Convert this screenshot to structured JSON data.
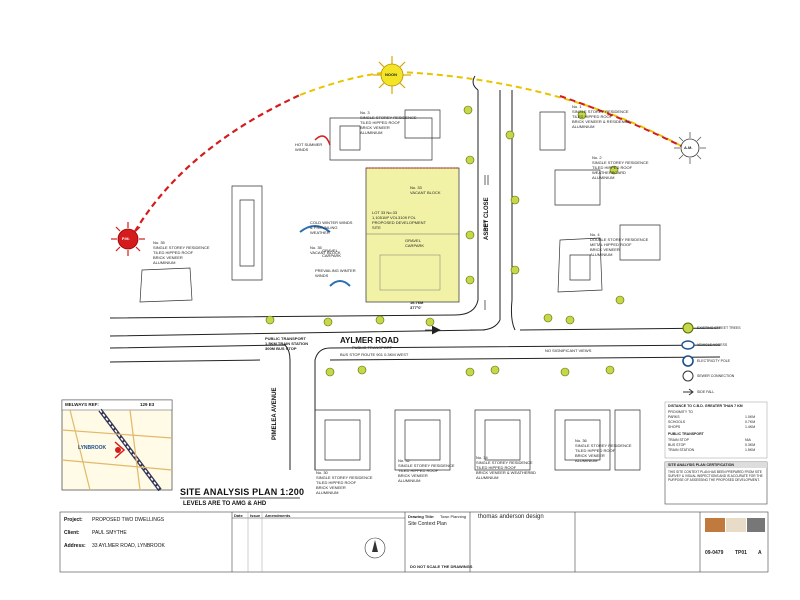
{
  "drawing": {
    "title": "SITE ANALYSIS PLAN 1:200",
    "subtitle": "LEVELS ARE TO AMG & AHD"
  },
  "roads": {
    "aylmer": "AYLMER ROAD",
    "pimelea": "PIMELEA AVENUE",
    "asbet": "ASBET CLOSE"
  },
  "sun": {
    "noon": "NOON",
    "am": "A.M.",
    "pm": "P.M."
  },
  "neighbours": [
    {
      "label": "No. 3\nSINGLE STOREY RESIDENCE\nTILED HIPPED ROOF\nBRICK VENEER\nALUMINIUM"
    },
    {
      "label": "No. 1\nSINGLE STOREY RESIDENCE\nTILED HIPPED ROOF\nBRICK VENEER & RESIDENCE\nALUMINIUM"
    },
    {
      "label": "No. 2\nSINGLE STOREY RESIDENCE\nTILED HIPPED ROOF\nWEATHERBOARD\nALUMINIUM"
    },
    {
      "label": "No. 35\nSINGLE STOREY RESIDENCE\nTILED HIPPED ROOF\nBRICK VENEER\nALUMINIUM"
    },
    {
      "label": "No. 4\nDOUBLE STOREY RESIDENCE\nMETAL HIPPED ROOF\nBRICK VENEER\nALUMINIUM"
    },
    {
      "label": "No. 35\nVACANT BLOCK"
    }
  ],
  "site": {
    "label": "No. 33\nVACANT BLOCK",
    "lot": "LOT 33 No.33\n1,1051M² VOL3109 FOL\nPROPOSED DEVELOPMENT\nSITE",
    "gravel": "GRAVEL\nCARPARK",
    "frontage": "16.76M\n377°0'"
  },
  "annotations": {
    "transport": "PUBLIC TRANSPORT\n1.5KM TRAIN STATION\n300M BUS STOP",
    "transport2": "PUBLIC TRANSPORT",
    "bus": "BUS STOP ROUTE 901 0.3KM WEST",
    "views": "NO SIGNIFICANT VIEWS",
    "hotsummer": "HOT SUMMER\nWINDS",
    "coldwinter": "COLD WINTER WINDS\n& PREVAILING\nWEATHER",
    "prevailing": "PREVAILING WINTER\nWINDS",
    "gravelcarpark": "GRAVEL\nCARPARK"
  },
  "south_houses": [
    {
      "label": "No. 30\nSINGLE STOREY RESIDENCE\nTILED HIPPED ROOF\nBRICK VENEER\nALUMINIUM"
    },
    {
      "label": "No. 32\nSINGLE STOREY RESIDENCE\nTILED HIPPED ROOF\nBRICK VENEER\nALUMINIUM"
    },
    {
      "label": "No. 34\nSINGLE STOREY RESIDENCE\nTILED HIPPED ROOF\nBRICK VENEER & WEATHERBD\nALUMINIUM"
    },
    {
      "label": "No. 36\nSINGLE STOREY RESIDENCE\nTILED HIPPED ROOF\nBRICK VENEER\nALUMINIUM"
    }
  ],
  "legend": [
    "EXISTING STREET TREES",
    "VEHICLE ACCESS",
    "ELECTRICITY POLE",
    "SEWER CONNECTION",
    "SIDE FALL"
  ],
  "proximity": {
    "heading": "DISTANCE TO C.B.D.    GREATER THAN 7 KM",
    "rows": [
      [
        "PROXIMITY TO",
        ""
      ],
      [
        "PARKS",
        "1.0KM"
      ],
      [
        "SCHOOLS",
        "0.7KM"
      ],
      [
        "SHOPS",
        "1.4KM"
      ],
      [
        "PUBLIC TRANSPORT",
        ""
      ],
      [
        "TRAIN STOP",
        "NIA"
      ],
      [
        "BUS STOP",
        "0.3KM"
      ],
      [
        "TRAIN STATION",
        "1.5KM"
      ]
    ]
  },
  "certification": {
    "heading": "SITE ANALYSIS PLAN CERTIFICATION",
    "body": "THIS SITE CONTEXT PLAN HAS BEEN PREPARED FROM SITE SURVEY & VISUAL INSPECTIONS AND IS ACCURATE FOR THE PURPOSE OF ASSESSING THE PROPOSED DEVELOPMENT."
  },
  "melways": {
    "ref_label": "MELWAYS REF:",
    "ref": "129 E3",
    "place": "LYNBROOK"
  },
  "project": {
    "project_label": "Project:",
    "project": "PROPOSED TWO DWELLINGS",
    "client_label": "Client:",
    "client": "PAUL SMYTHE",
    "address_label": "Address:",
    "address": "33 AYLMER ROAD, LYNBROOK"
  },
  "revisions": {
    "date": "Date",
    "issue": "Issue",
    "amendments": "Amendments"
  },
  "titleblock": {
    "drawing_title_label": "Drawing Title:",
    "drawing_title": "Site Context Plan",
    "issue": "Town Planning",
    "note": "DO NOT SCALE THE DRAWINGS",
    "firm": "thomas anderson design",
    "drawing_no": "09-0479",
    "sheet": "TP01",
    "rev": "A"
  },
  "colors": {
    "site_fill": "#f2f2a6",
    "sun": "#f3e526",
    "sunpath_red": "#d41c1c",
    "sunpath_yellow": "#e8c400",
    "tree": "#c6d84a",
    "road_line": "#222222"
  }
}
